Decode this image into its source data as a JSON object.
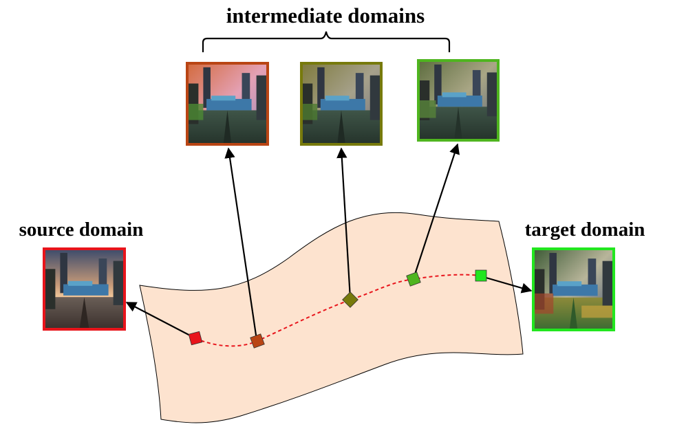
{
  "labels": {
    "intermediate": "intermediate domains",
    "source": "source domain",
    "target": "target domain"
  },
  "colors": {
    "manifold_fill": "#fde3cf",
    "path": "#e8141b",
    "source": "#e8141b",
    "intermediate_1": "#b94514",
    "intermediate_2": "#777a0c",
    "intermediate_3": "#4fb51f",
    "target": "#22e61f"
  }
}
